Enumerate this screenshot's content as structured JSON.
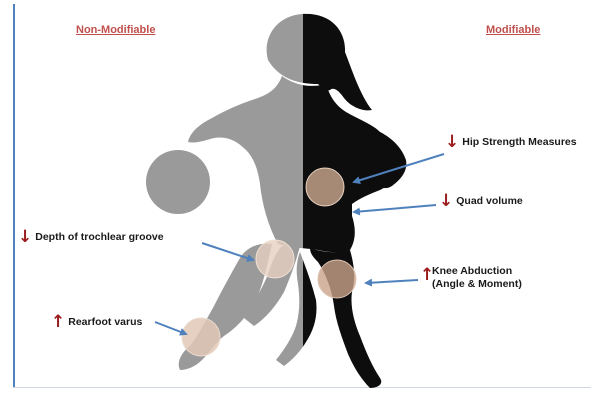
{
  "headers": {
    "non_modifiable": "Non-Modifiable",
    "modifiable": "Modifiable"
  },
  "factors": {
    "depth_trochlear": {
      "arrow": "↓",
      "label": "Depth of trochlear groove"
    },
    "rearfoot_varus": {
      "arrow": "↑",
      "label": "Rearfoot varus"
    },
    "hip_strength": {
      "arrow": "↓",
      "label": "Hip Strength Measures"
    },
    "quad_volume": {
      "arrow": "↓",
      "label": "Quad volume"
    },
    "knee_abduction": {
      "arrow": "↑",
      "label_line1": "Knee Abduction",
      "label_line2": "(Angle & Moment)"
    }
  },
  "colors": {
    "header": "#c0504d",
    "arrow_direction": "#9b1c1c",
    "pointer": "#4f81bd",
    "silhouette_left": "#9a9a9a",
    "silhouette_right": "#0d0d0d",
    "highlight_circle": "#d9b49a"
  }
}
